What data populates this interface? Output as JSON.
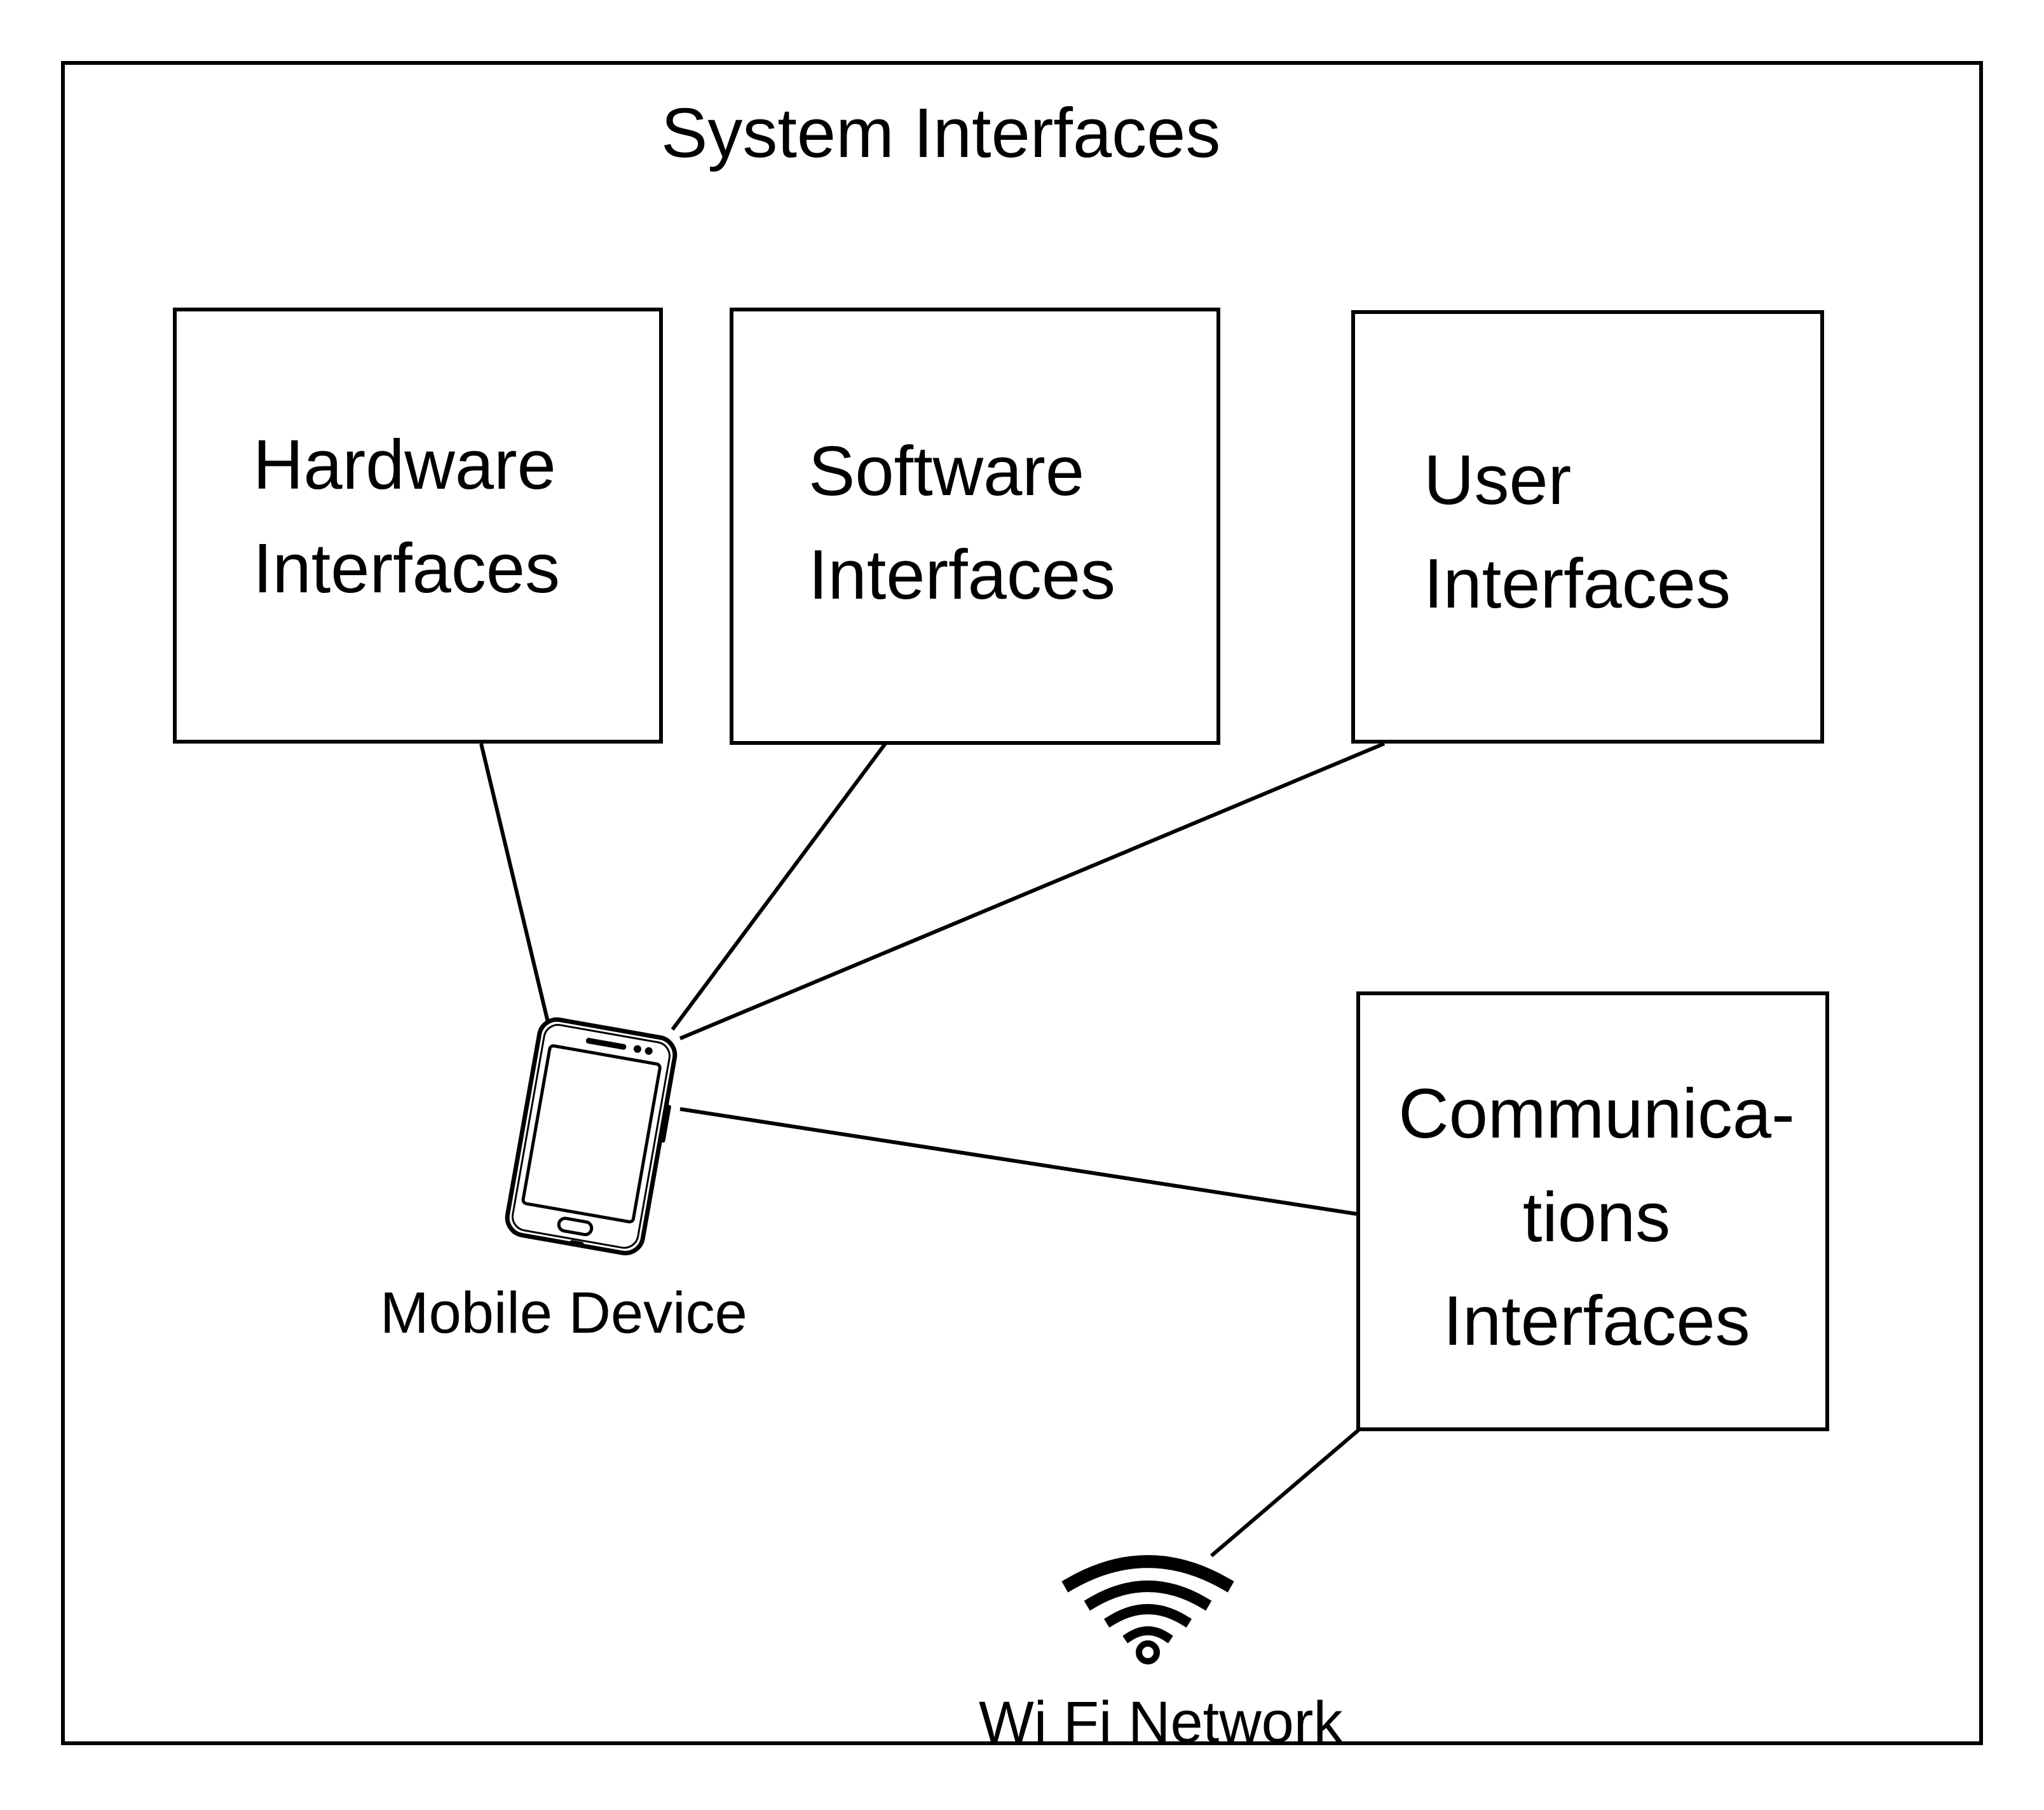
{
  "diagram": {
    "title": "System Interfaces",
    "boxes": {
      "hardware": "Hardware\nInterfaces",
      "software": "Software\nInterfaces",
      "user": "User\nInterfaces",
      "communications": "Communica-\ntions\nInterfaces"
    },
    "nodes": {
      "mobile_device": {
        "label": "Mobile Device",
        "icon": "smartphone-icon"
      },
      "wifi_network": {
        "label": "Wi Fi Network",
        "icon": "wifi-icon"
      }
    },
    "edges": [
      {
        "from": "mobile_device",
        "to": "hardware"
      },
      {
        "from": "mobile_device",
        "to": "software"
      },
      {
        "from": "mobile_device",
        "to": "user"
      },
      {
        "from": "mobile_device",
        "to": "communications"
      },
      {
        "from": "communications",
        "to": "wifi_network"
      }
    ]
  }
}
